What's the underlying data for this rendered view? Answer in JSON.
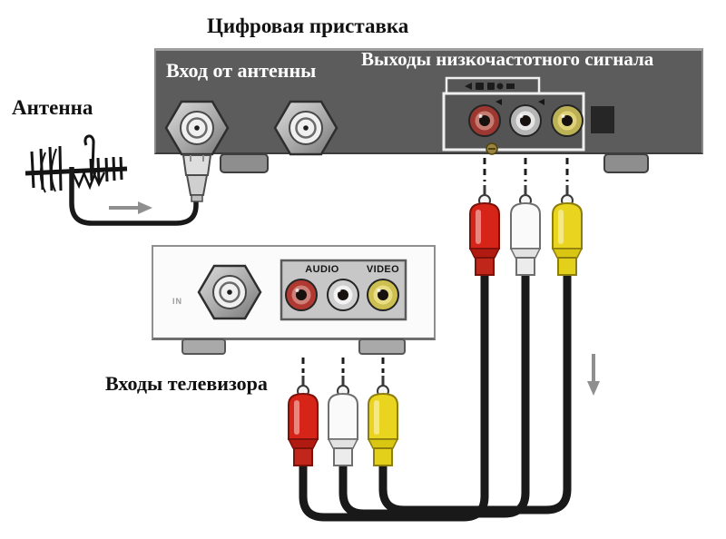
{
  "title": "Цифровая приставка",
  "set_top_box": {
    "antenna_input_label": "Вход от антенны",
    "av_outputs_label": "Выходы низкочастотного сигнала"
  },
  "antenna": {
    "label": "Антенна"
  },
  "tv": {
    "inputs_label": "Входы телевизора",
    "rf_in_label": "IN",
    "audio_label": "AUDIO",
    "video_label": "VIDEO"
  },
  "connections": {
    "antenna_to_box": "coax-cable",
    "box_to_tv_cables": [
      "red",
      "white",
      "yellow"
    ]
  },
  "colors": {
    "settop_body": "#5c5c5c",
    "rca_red": "#d62418",
    "rca_white": "#fafafa",
    "rca_yellow": "#e9d51f",
    "cable": "#191919",
    "arrow": "#8f8f8f"
  }
}
